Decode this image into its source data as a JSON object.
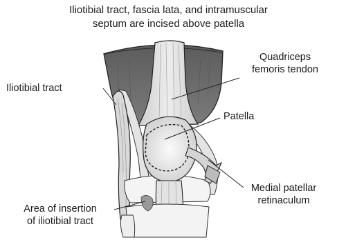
{
  "title_lines": [
    "Iliotibial tract, fascia lata, and intramuscular",
    "septum are incised above patella"
  ],
  "labels": {
    "quadriceps": [
      "Quadriceps",
      "femoris tendon"
    ],
    "iliotibial": "Iliotibial tract",
    "patella": "Patella",
    "medial": [
      "Medial patellar",
      "retinaculum"
    ],
    "insertion": [
      "Area of insertion",
      "of iliotibial tract"
    ]
  },
  "colors": {
    "muscle": "#707070",
    "tissue": "#e2e2e2",
    "bone": "#f4f4f4",
    "outline": "#222222"
  }
}
